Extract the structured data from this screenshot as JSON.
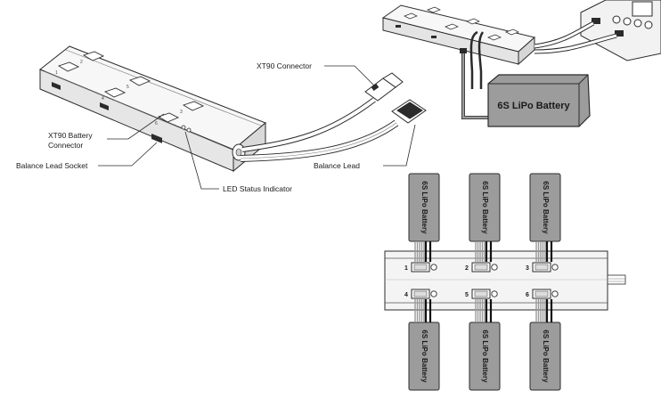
{
  "callouts": {
    "xt90_connector": "XT90 Connector",
    "xt90_battery_line1": "XT90 Battery",
    "xt90_battery_line2": "Connector",
    "balance_socket": "Balance Lead Socket",
    "led_status": "LED Status Indicator",
    "balance_lead": "Balance Lead"
  },
  "battery_label": "6S LiPo Battery",
  "ports": [
    "1",
    "2",
    "3",
    "4",
    "5",
    "6"
  ],
  "colors": {
    "line": "#2b2b2b",
    "battery_fill": "#9c9c9c",
    "board_fill": "#f4f4f4"
  }
}
